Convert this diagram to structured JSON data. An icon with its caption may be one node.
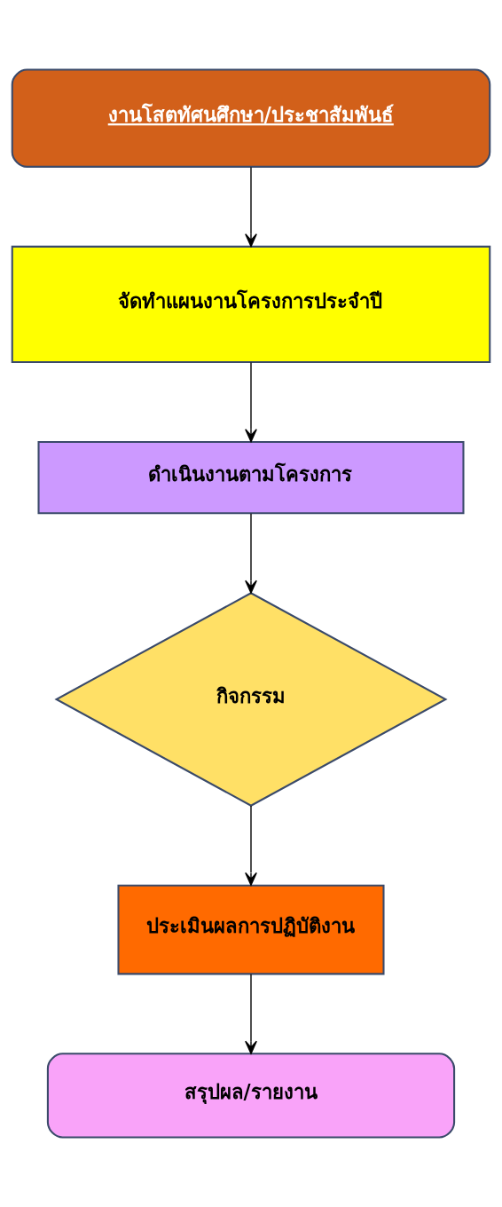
{
  "diagram": {
    "nodes": [
      {
        "text": [
          "งานโสตทัศนศึกษา/ประชาสัมพันธ์"
        ]
      },
      {
        "text": [
          "จัดทำแผนงานโครงการประจำปี"
        ]
      },
      {
        "text": [
          "ดำเนินงานตามโครงการ"
        ]
      },
      {
        "text": [
          "กิจกรรม"
        ]
      },
      {
        "text": [
          "ประเมินผลการปฏิบัติงาน"
        ]
      },
      {
        "text": [
          "สรุปผล/รายงาน"
        ]
      }
    ],
    "edges": [
      {
        "from": 0,
        "to": 1,
        "arrow": "to"
      },
      {
        "from": 1,
        "to": 2,
        "arrow": "to"
      },
      {
        "from": 2,
        "to": 3,
        "arrow": "to"
      },
      {
        "from": 3,
        "to": 4,
        "arrow": "to"
      },
      {
        "from": 4,
        "to": 5,
        "arrow": "to"
      }
    ]
  }
}
